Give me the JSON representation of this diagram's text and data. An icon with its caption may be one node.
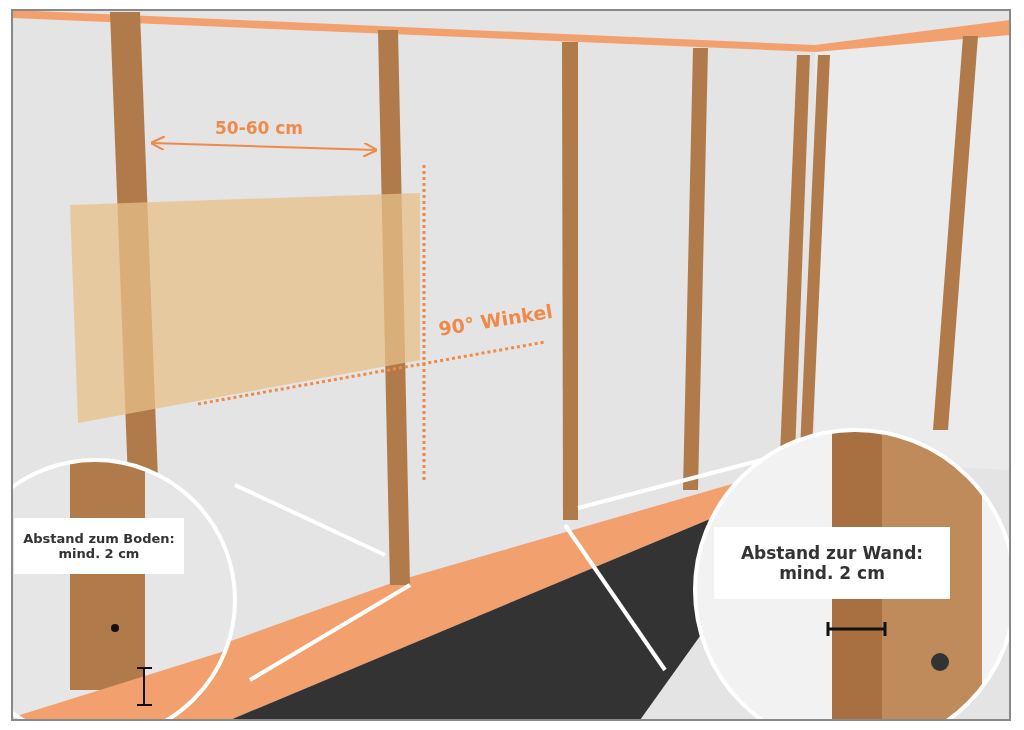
{
  "diagram": {
    "nodes": [
      {
        "text": [
          "Abstand zum Boden: mind. 2 cm"
        ]
      },
      {
        "text": [
          "Abstand zur Wand: mind. 2 cm"
        ]
      }
    ],
    "labels": [
      "50-60 cm",
      "90° Winkel"
    ]
  }
}
